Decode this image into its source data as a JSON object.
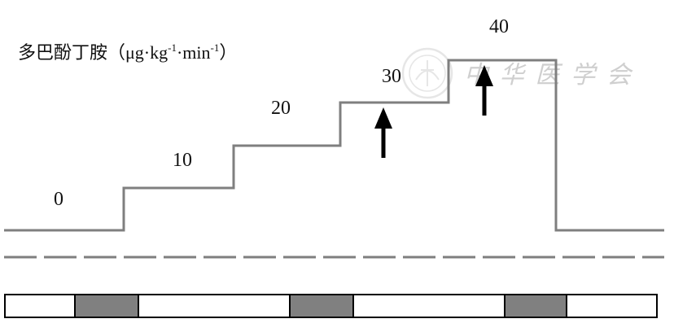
{
  "title": {
    "drug": "多巴酚丁胺",
    "unit_open": "（μg·kg",
    "unit_sup1": "-1",
    "unit_mid": "·min",
    "unit_sup2": "-1",
    "unit_close": "）"
  },
  "doses": [
    "0",
    "10",
    "20",
    "30",
    "40"
  ],
  "watermark": "中华医学会",
  "colors": {
    "line": "#7f7f7f",
    "arrow": "#000000",
    "bar_fill_dark": "#808080",
    "bar_fill_light": "#ffffff",
    "bar_border": "#000000"
  },
  "icons": [
    "up-arrow-icon",
    "up-arrow-icon",
    "seal-icon"
  ]
}
